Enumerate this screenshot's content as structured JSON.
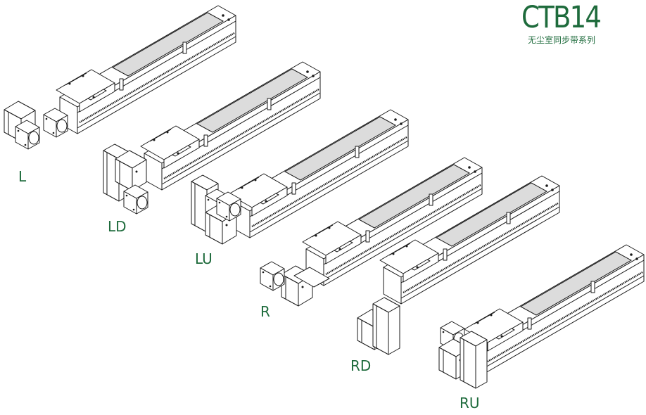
{
  "header": {
    "title": "CTB14",
    "subtitle": "无尘室同步带系列"
  },
  "brand_color": "#1e6b3c",
  "variants": [
    {
      "code": "L",
      "label": "L"
    },
    {
      "code": "LD",
      "label": "LD"
    },
    {
      "code": "LU",
      "label": "LU"
    },
    {
      "code": "R",
      "label": "R"
    },
    {
      "code": "RD",
      "label": "RD"
    },
    {
      "code": "RU",
      "label": "RU"
    }
  ]
}
